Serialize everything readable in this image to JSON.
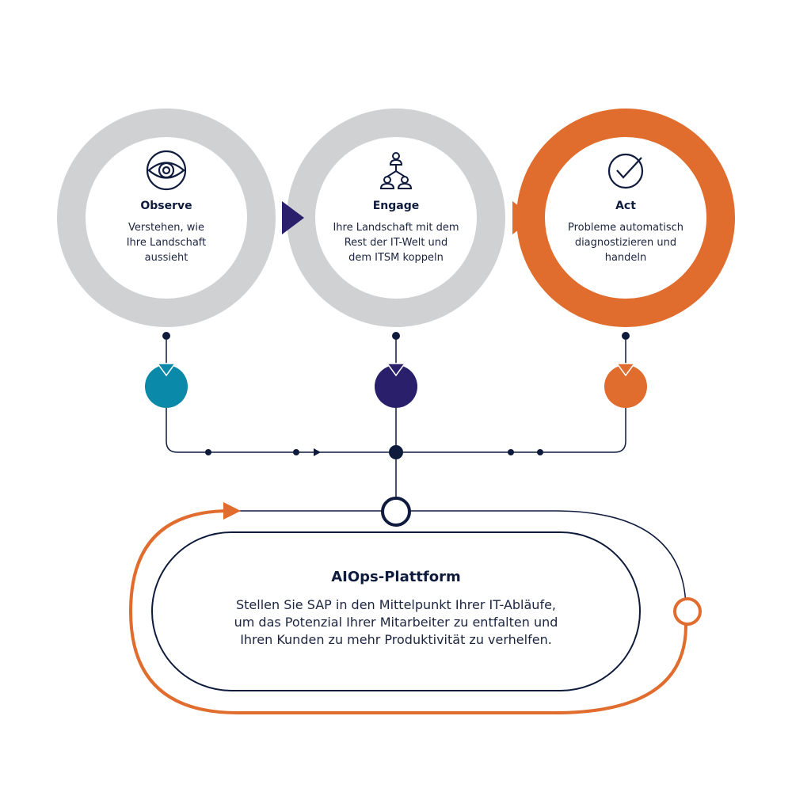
{
  "colors": {
    "gray_ring": "#cfd1d2",
    "orange": "#e06c2e",
    "navy": "#2a1f6b",
    "dark": "#0f1b3d",
    "teal": "#0a89a8"
  },
  "steps": [
    {
      "title": "Observe",
      "icon": "eye-icon",
      "description": [
        "Verstehen, wie",
        "Ihre Landschaft",
        "aussieht"
      ]
    },
    {
      "title": "Engage",
      "icon": "people-network-icon",
      "description": [
        "Ihre Landschaft mit dem",
        "Rest der IT-Welt und",
        "dem ITSM koppeln"
      ]
    },
    {
      "title": "Act",
      "icon": "checkmark-icon",
      "description": [
        "Probleme automatisch",
        "diagnostizieren und",
        "handeln"
      ]
    }
  ],
  "platform": {
    "title": "AIOps-Plattform",
    "description": [
      "Stellen Sie SAP in den Mittelpunkt Ihrer IT-Abläufe,",
      "um das Potenzial Ihrer Mitarbeiter zu entfalten und",
      "Ihren Kunden zu mehr Produktivität zu verhelfen."
    ]
  }
}
